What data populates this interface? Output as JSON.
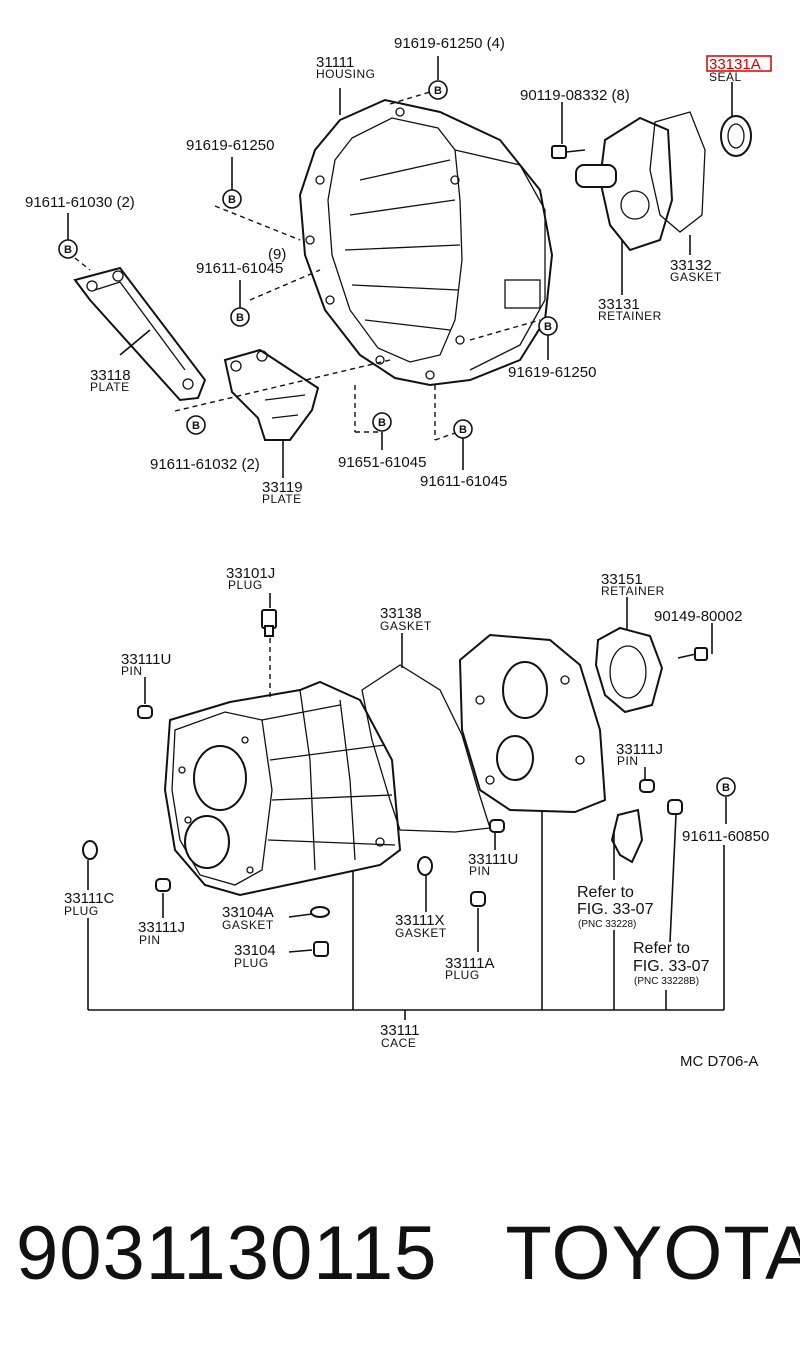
{
  "highlight_color": "#d00000",
  "upper": {
    "housing": {
      "num": "31111",
      "name": "HOUSING"
    },
    "bolt_top": "91619-61250 (4)",
    "seal": {
      "num": "33131A",
      "name": "SEAL"
    },
    "bolt_retainer": "90119-08332 (8)",
    "bolt_left_top": "91619-61250",
    "bolt_plate_top": "91611-61030 (2)",
    "qty_9": "(9)",
    "bolt_mid": "91611-61045",
    "gasket": {
      "num": "33132",
      "name": "GASKET"
    },
    "retainer": {
      "num": "33131",
      "name": "RETAINER"
    },
    "plate_33118": {
      "num": "33118",
      "name": "PLATE"
    },
    "bolt_right": "91619-61250",
    "bolt_plate_bottom": "91611-61032 (2)",
    "bolt_91651": "91651-61045",
    "bolt_bottom_right": "91611-61045",
    "plate_33119": {
      "num": "33119",
      "name": "PLATE"
    },
    "bolt_symbol": "B"
  },
  "lower": {
    "plug_33101J": {
      "num": "33101J",
      "name": "PLUG"
    },
    "gasket_33138": {
      "num": "33138",
      "name": "GASKET"
    },
    "retainer_33151": {
      "num": "33151",
      "name": "RETAINER"
    },
    "bolt_90149": "90149-80002",
    "pin_33111U_top": {
      "num": "33111U",
      "name": "PIN"
    },
    "pin_33111J_right": {
      "num": "33111J",
      "name": "PIN"
    },
    "bolt_91611_60850": "91611-60850",
    "plug_33111C": {
      "num": "33111C",
      "name": "PLUG"
    },
    "pin_33111J": {
      "num": "33111J",
      "name": "PIN"
    },
    "gasket_33104A": {
      "num": "33104A",
      "name": "GASKET"
    },
    "plug_33104": {
      "num": "33104",
      "name": "PLUG"
    },
    "gasket_33111X": {
      "num": "33111X",
      "name": "GASKET"
    },
    "plug_33111A": {
      "num": "33111A",
      "name": "PLUG"
    },
    "pin_33111U_bottom": {
      "num": "33111U",
      "name": "PIN"
    },
    "refer1": {
      "line1": "Refer to",
      "line2": "FIG. 33-07",
      "line3": "(PNC 33228)"
    },
    "refer2": {
      "line1": "Refer to",
      "line2": "FIG. 33-07",
      "line3": "(PNC 33228B)"
    },
    "case": {
      "num": "33111",
      "name": "CACE"
    },
    "code": "MC  D706-A"
  },
  "caption": {
    "part_number": "9031130115",
    "brand": "TOYOTA"
  }
}
